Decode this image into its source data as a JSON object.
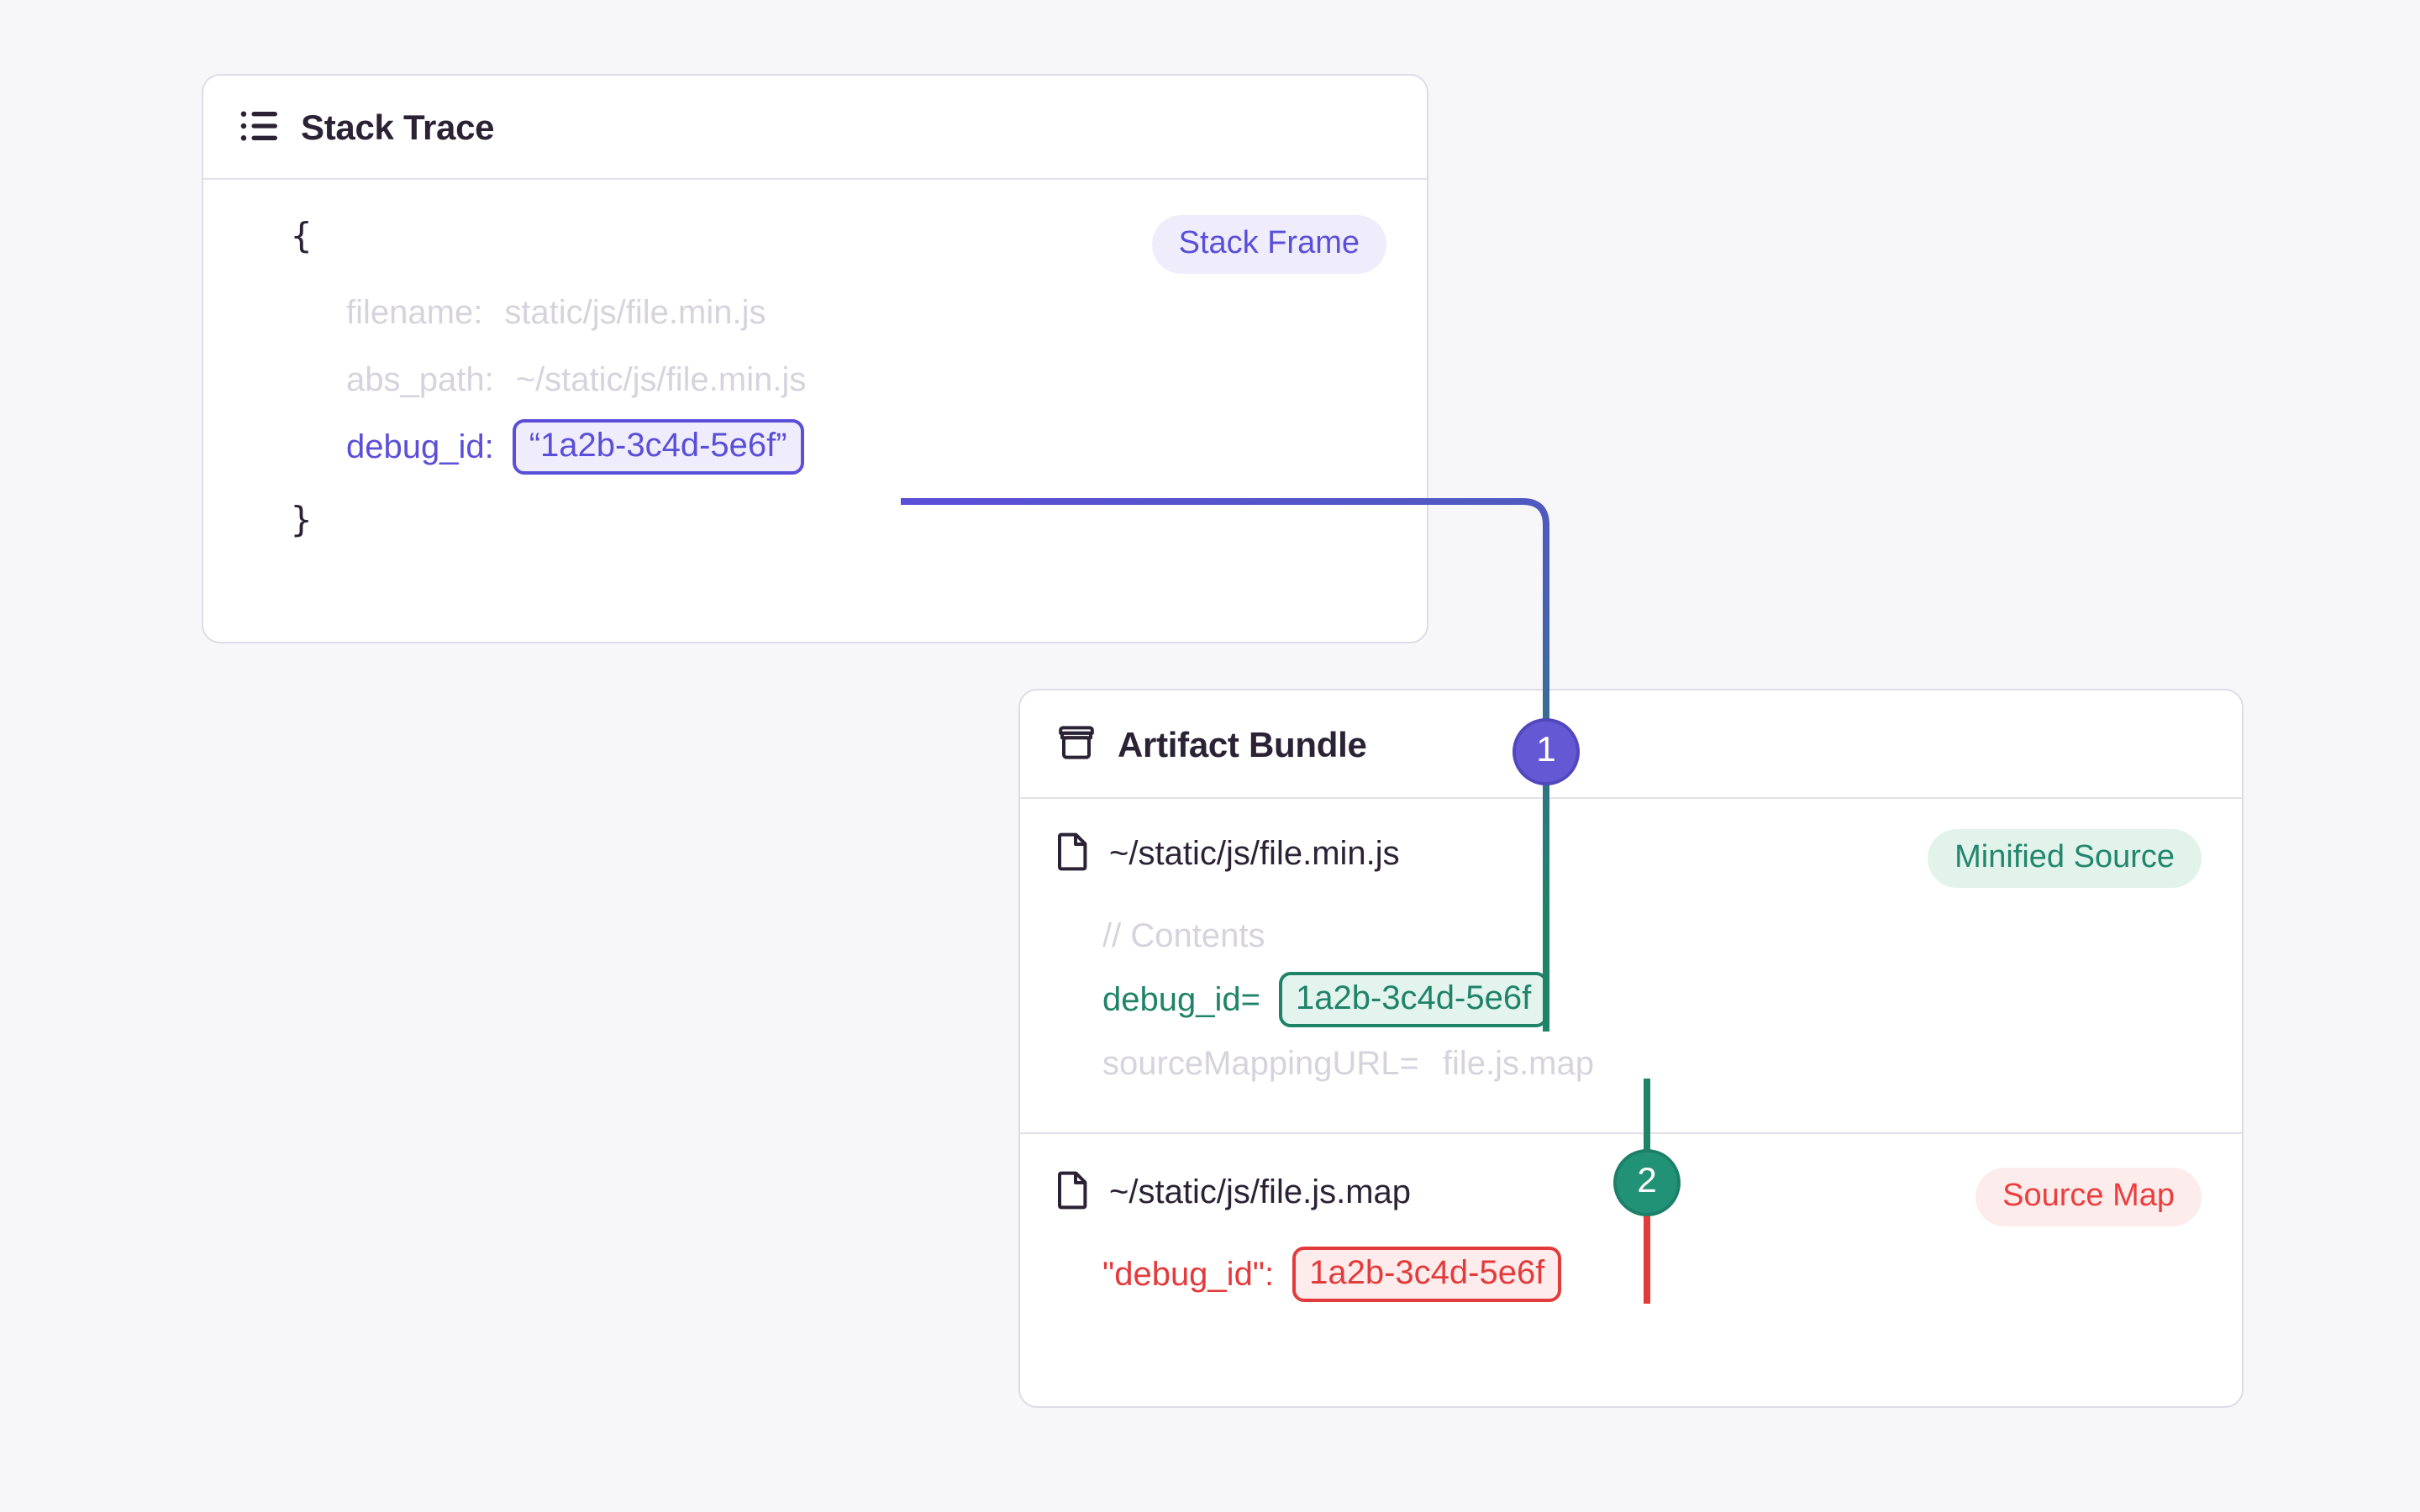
{
  "page": {
    "background": "#f7f7fa"
  },
  "colors": {
    "purple": "#5b4ed8",
    "green": "#1f8368",
    "red": "#e33b3b",
    "muted": "#d6d3dd",
    "ink": "#2b2235",
    "card_border": "#dedbe6"
  },
  "stack_trace": {
    "icon": "list-icon",
    "title": "Stack Trace",
    "badge": "Stack Frame",
    "brace_open": "{",
    "brace_close": "}",
    "rows": [
      {
        "key": "filename:",
        "value": "static/js/file.min.js",
        "style": "muted"
      },
      {
        "key": "abs_path:",
        "value": "~/static/js/file.min.js",
        "style": "muted"
      },
      {
        "key": "debug_id:",
        "value": "“1a2b-3c4d-5e6f”",
        "style": "purple-chip"
      }
    ]
  },
  "artifact_bundle": {
    "icon": "package-icon",
    "title": "Artifact Bundle",
    "sections": [
      {
        "file_icon": "file-icon",
        "file_name": "~/static/js/file.min.js",
        "badge": "Minified Source",
        "lines": [
          {
            "key": "// Contents",
            "value": "",
            "style": "muted"
          },
          {
            "key": "debug_id=",
            "value": "1a2b-3c4d-5e6f",
            "style": "green-chip"
          },
          {
            "key": "sourceMappingURL=",
            "value": "file.js.map",
            "style": "muted"
          }
        ]
      },
      {
        "file_icon": "file-icon",
        "file_name": "~/static/js/file.js.map",
        "badge": "Source Map",
        "lines": [
          {
            "key": "\"debug_id\":",
            "value": "1a2b-3c4d-5e6f",
            "style": "red-chip"
          }
        ]
      }
    ]
  },
  "steps": [
    {
      "label": "1",
      "color": "#6558d4"
    },
    {
      "label": "2",
      "color": "#229277"
    }
  ]
}
